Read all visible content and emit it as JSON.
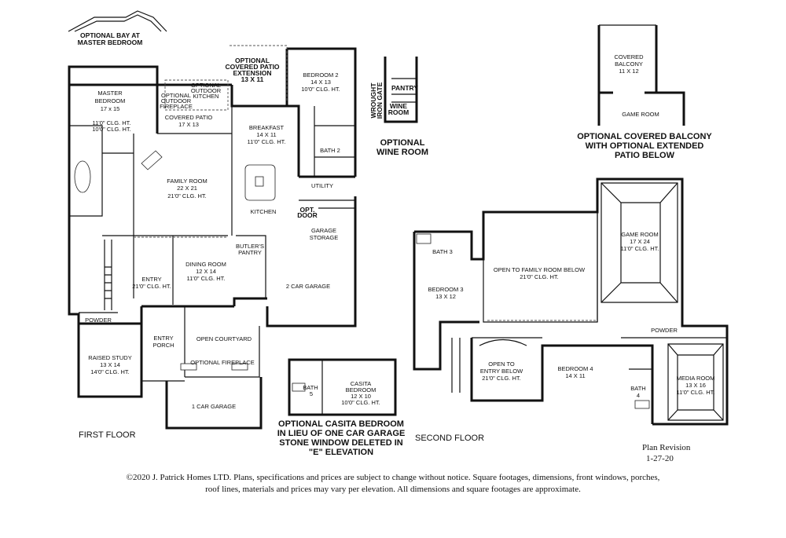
{
  "labels": {
    "bay": [
      "OPTIONAL BAY AT",
      "MASTER BEDROOM"
    ],
    "master": [
      "MASTER",
      "BEDROOM",
      "17 x 15"
    ],
    "master_clg": [
      "11'0\" CLG. HT.",
      "10'0\" CLG. HT."
    ],
    "outdoor_fireplace": [
      "OPTIONAL",
      "OUTDOOR",
      "FIREPLACE"
    ],
    "outdoor_kitchen": [
      "OPTIONAL",
      "OUTDOOR",
      "KITCHEN"
    ],
    "covered_patio": [
      "COVERED PATIO",
      "17 X 13"
    ],
    "patio_ext": [
      "OPTIONAL",
      "COVERED PATIO",
      "EXTENSION",
      "13 X 11"
    ],
    "bedroom2": [
      "BEDROOM 2",
      "14 X 13",
      "10'0\" CLG. HT."
    ],
    "breakfast": [
      "BREAKFAST",
      "14 X 11",
      "11'0\" CLG. HT."
    ],
    "bath2": "BATH 2",
    "family": [
      "FAMILY ROOM",
      "22 X 21",
      "21'0\" CLG. HT."
    ],
    "utility": "UTILITY",
    "kitchen": "KITCHEN",
    "opt_door": [
      "OPT.",
      "DOOR"
    ],
    "garage_storage": [
      "GARAGE",
      "STORAGE"
    ],
    "butler": [
      "BUTLER'S",
      "PANTRY"
    ],
    "dining": [
      "DINING ROOM",
      "12 X 14",
      "11'0\" CLG. HT."
    ],
    "entry": [
      "ENTRY",
      "21'0\" CLG. HT."
    ],
    "garage2": "2 CAR GARAGE",
    "powder": "POWDER",
    "entry_porch": [
      "ENTRY",
      "PORCH"
    ],
    "courtyard": "OPEN COURTYARD",
    "opt_fireplace": "OPTIONAL FIREPLACE",
    "study": [
      "RAISED STUDY",
      "13 X 14",
      "14'0\" CLG. HT."
    ],
    "garage1": "1 CAR GARAGE",
    "first_floor": "FIRST FLOOR",
    "pantry": "PANTRY",
    "wine_room": [
      "WINE",
      "ROOM"
    ],
    "wrought": [
      "WROUGHT",
      "IRON GATE"
    ],
    "opt_wine_room": [
      "OPTIONAL",
      "WINE ROOM"
    ],
    "covered_balcony": [
      "COVERED",
      "BALCONY",
      "11 X 12"
    ],
    "game_room_small": "GAME ROOM",
    "opt_balcony_caption": [
      "OPTIONAL COVERED BALCONY",
      "WITH OPTIONAL EXTENDED",
      "PATIO BELOW"
    ],
    "casita_bath": [
      "BATH",
      "5"
    ],
    "casita": [
      "CASITA",
      "BEDROOM",
      "12 X 10",
      "10'0\" CLG. HT."
    ],
    "casita_caption": [
      "OPTIONAL CASITA BEDROOM",
      "IN LIEU OF ONE CAR GARAGE",
      "STONE WINDOW DELETED IN",
      "\"E\" ELEVATION"
    ],
    "bath3": "BATH 3",
    "open_family": [
      "OPEN TO FAMILY ROOM BELOW",
      "21'0\" CLG. HT."
    ],
    "game_room": [
      "GAME ROOM",
      "17 X 24",
      "11'0\" CLG. HT."
    ],
    "bedroom3": [
      "BEDROOM 3",
      "13 X 12"
    ],
    "open_entry": [
      "OPEN TO",
      "ENTRY BELOW",
      "21'0\" CLG. HT."
    ],
    "bedroom4": [
      "BEDROOM 4",
      "14 X 11"
    ],
    "powder2": "POWDER",
    "bath4": [
      "BATH",
      "4"
    ],
    "media": [
      "MEDIA ROOM",
      "13 X 16",
      "11'0\" CLG. HT."
    ],
    "second_floor": "SECOND FLOOR",
    "plan_revision": [
      "Plan Revision",
      "1-27-20"
    ],
    "footer": [
      "©2020 J. Patrick Homes LTD.  Plans, specifications and prices are subject to change without notice.  Square footages, dimensions, front windows, porches,",
      "roof lines, materials and prices may vary per elevation.   All dimensions and square footages are approximate."
    ]
  }
}
